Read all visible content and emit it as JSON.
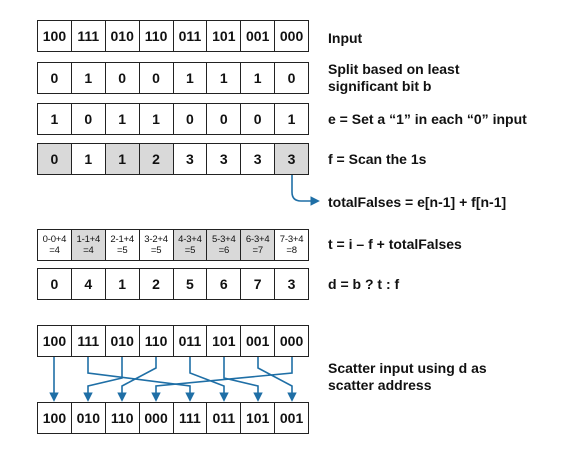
{
  "rows": {
    "input": [
      "100",
      "111",
      "010",
      "110",
      "011",
      "101",
      "001",
      "000"
    ],
    "b": [
      "0",
      "1",
      "0",
      "0",
      "1",
      "1",
      "1",
      "0"
    ],
    "e": [
      "1",
      "0",
      "1",
      "1",
      "0",
      "0",
      "0",
      "1"
    ],
    "f": [
      "0",
      "1",
      "1",
      "2",
      "3",
      "3",
      "3",
      "3"
    ],
    "t": [
      {
        "top": "0-0+4",
        "bottom": "=4"
      },
      {
        "top": "1-1+4",
        "bottom": "=4"
      },
      {
        "top": "2-1+4",
        "bottom": "=5"
      },
      {
        "top": "3-2+4",
        "bottom": "=5"
      },
      {
        "top": "4-3+4",
        "bottom": "=5"
      },
      {
        "top": "5-3+4",
        "bottom": "=6"
      },
      {
        "top": "6-3+4",
        "bottom": "=7"
      },
      {
        "top": "7-3+4",
        "bottom": "=8"
      }
    ],
    "d": [
      "0",
      "4",
      "1",
      "2",
      "5",
      "6",
      "7",
      "3"
    ],
    "scatter_in": [
      "100",
      "111",
      "010",
      "110",
      "011",
      "101",
      "001",
      "000"
    ],
    "output": [
      "100",
      "010",
      "110",
      "000",
      "111",
      "011",
      "101",
      "001"
    ]
  },
  "labels": {
    "input": "Input",
    "split_line1": "Split based on least",
    "split_line2": "significant bit b",
    "e": "e = Set a “1” in each “0” input",
    "f": "f = Scan the 1s",
    "total_falses": "totalFalses = e[n-1] + f[n-1]",
    "t": "t = i – f + totalFalses",
    "d": "d = b ? t : f",
    "scatter_line1": "Scatter input using d as",
    "scatter_line2": "scatter address"
  },
  "colors": {
    "arrow": "#1f6fa6",
    "shade": "#d9d9d9"
  }
}
